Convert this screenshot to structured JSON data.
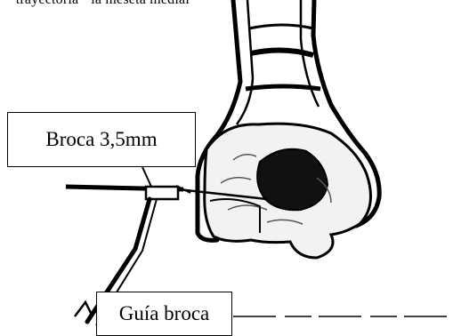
{
  "page": {
    "top_caption": "· trayectoria · la meseta medial ·"
  },
  "labels": {
    "drill": "Broca 3,5mm",
    "drill_guide": "Guía broca"
  },
  "colors": {
    "ink": "#000000",
    "paper": "#ffffff",
    "bone_fill": "#f2f2f2",
    "cavity_fill": "#111111"
  }
}
